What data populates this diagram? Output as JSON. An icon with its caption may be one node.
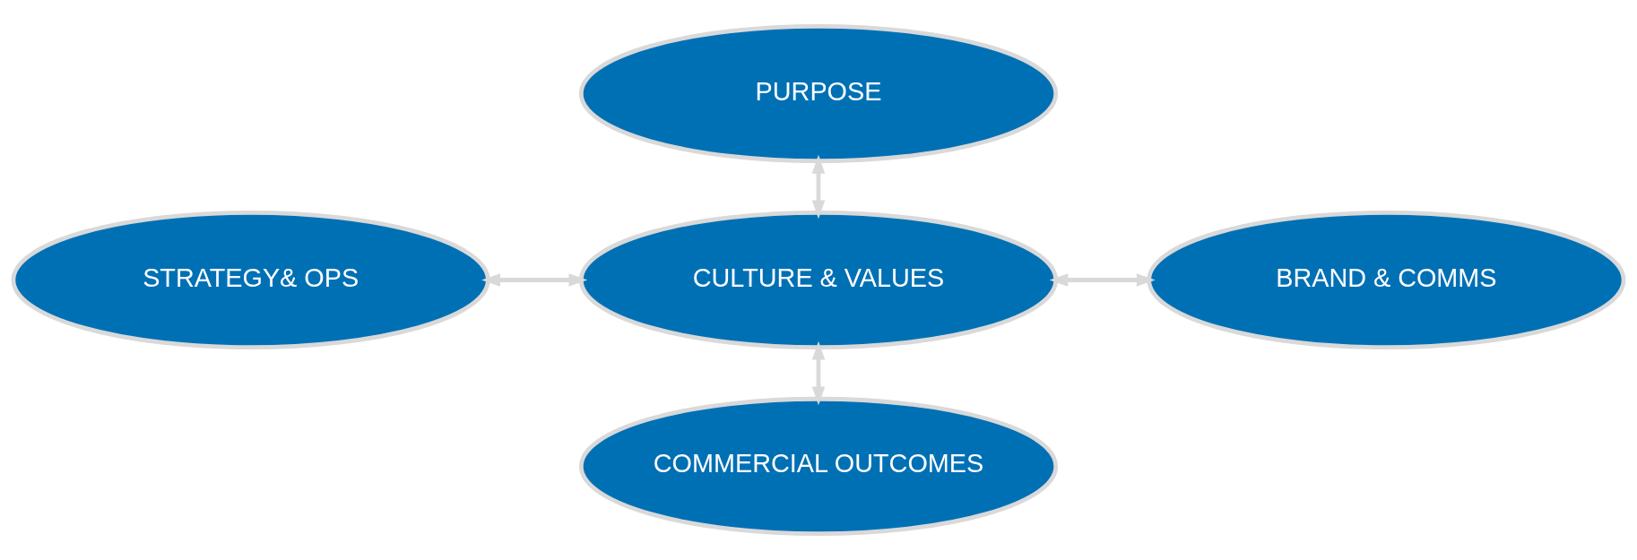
{
  "diagram": {
    "nodes": [
      {
        "text": [
          "PURPOSE"
        ]
      },
      {
        "text": [
          "STRATEGY& OPS"
        ]
      },
      {
        "text": [
          "CULTURE & VALUES"
        ]
      },
      {
        "text": [
          "BRAND & COMMS"
        ]
      },
      {
        "text": [
          "COMMERCIAL OUTCOMES"
        ]
      }
    ],
    "edges": [
      {
        "from": 0,
        "to": 2,
        "arrow": "both"
      },
      {
        "from": 1,
        "to": 2,
        "arrow": "both"
      },
      {
        "from": 2,
        "to": 3,
        "arrow": "both"
      },
      {
        "from": 2,
        "to": 4,
        "arrow": "both"
      }
    ]
  }
}
